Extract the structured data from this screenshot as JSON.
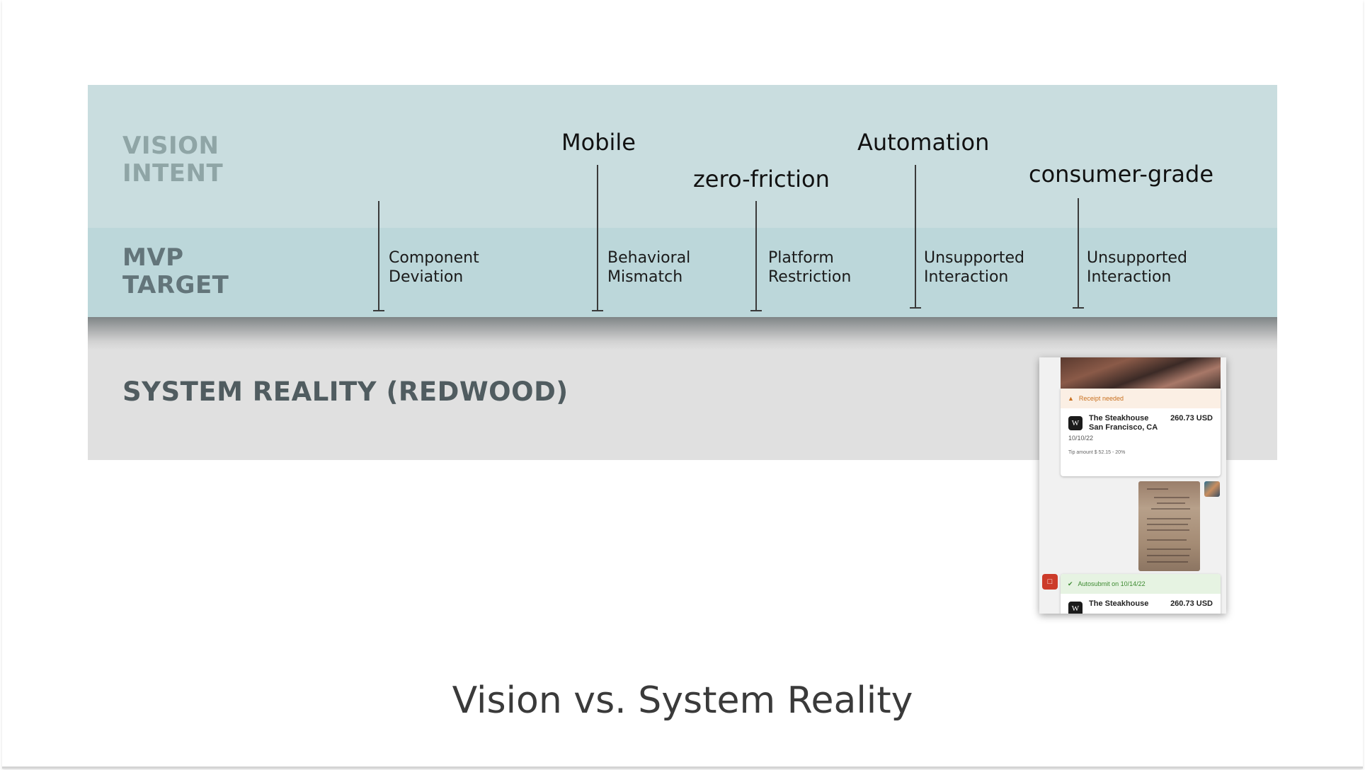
{
  "rows": {
    "vision": "VISION\nINTENT",
    "mvp": "MVP\nTARGET",
    "reality": "SYSTEM REALITY (REDWOOD)"
  },
  "concepts": [
    "Mobile",
    "zero-friction",
    "Automation",
    "consumer-grade"
  ],
  "gaps": [
    "Component\nDeviation",
    "Behavioral\nMismatch",
    "Platform\nRestriction",
    "Unsupported\nInteraction",
    "Unsupported\nInteraction"
  ],
  "mockup": {
    "receipt_banner": "Receipt needed",
    "merchant_name": "The Steakhouse",
    "merchant_city": "San Francisco, CA",
    "amount": "260.73 USD",
    "date": "10/10/22",
    "tip": "Tip amount $ 52.15 - 20%",
    "autosubmit_banner": "Autosubmit on 10/14/22",
    "merchant_name_2": "The Steakhouse",
    "amount_2": "260.73 USD"
  },
  "colors": {
    "vision_band": "#c9dddf",
    "mvp_band": "#bcd7da",
    "reality_band": "#e0e0e0",
    "warning": "#c9701f",
    "success": "#3d8a31"
  },
  "icons": [
    "warning-icon",
    "check-circle-icon",
    "chat-icon",
    "merchant-logo-icon"
  ],
  "title": "Vision vs. System Reality"
}
